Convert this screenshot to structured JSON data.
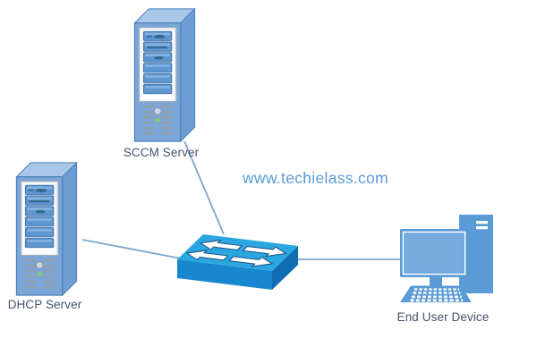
{
  "watermark": {
    "text": "www.techielass.com"
  },
  "diagram": {
    "nodes": [
      {
        "id": "sccm",
        "type": "tower-server",
        "label": "SCCM Server"
      },
      {
        "id": "dhcp",
        "type": "tower-server",
        "label": "DHCP Server"
      },
      {
        "id": "switch",
        "type": "network-switch",
        "label": ""
      },
      {
        "id": "enduser",
        "type": "desktop-computer",
        "label": "End User Device"
      }
    ],
    "edges": [
      {
        "from": "sccm",
        "to": "switch"
      },
      {
        "from": "dhcp",
        "to": "switch"
      },
      {
        "from": "switch",
        "to": "enduser"
      }
    ]
  },
  "colors": {
    "background": "#ffffff",
    "connector": "#7ea6ce",
    "label_text": "#44546a",
    "watermark": "#5b9bd5",
    "srv_front": "#7aa7d8",
    "srv_side": "#6d9dd2",
    "srv_top": "#a9c7e9",
    "srv_outline": "#4a7fba",
    "panel_bg": "#eef1f5",
    "panel_border": "#9aa7b6",
    "bay_fill": "#5e96d0",
    "bay_stroke": "#3a6ba3",
    "bay_detail": "#33658e",
    "bay_highlight": "#8cb7e4",
    "vent": "#8fa0b0",
    "power": "#cdd4de",
    "power_ring": "#8a95a6",
    "led": "#8ed04e",
    "switch_top": "#2aa7e0",
    "switch_front": "#1787cf",
    "switch_side": "#0f6db4",
    "arrow_fill": "#ffffff",
    "arrow_stroke": "#1a5182",
    "dev_fill": "#5b9bd5",
    "dev_screen": "#79abdf"
  }
}
